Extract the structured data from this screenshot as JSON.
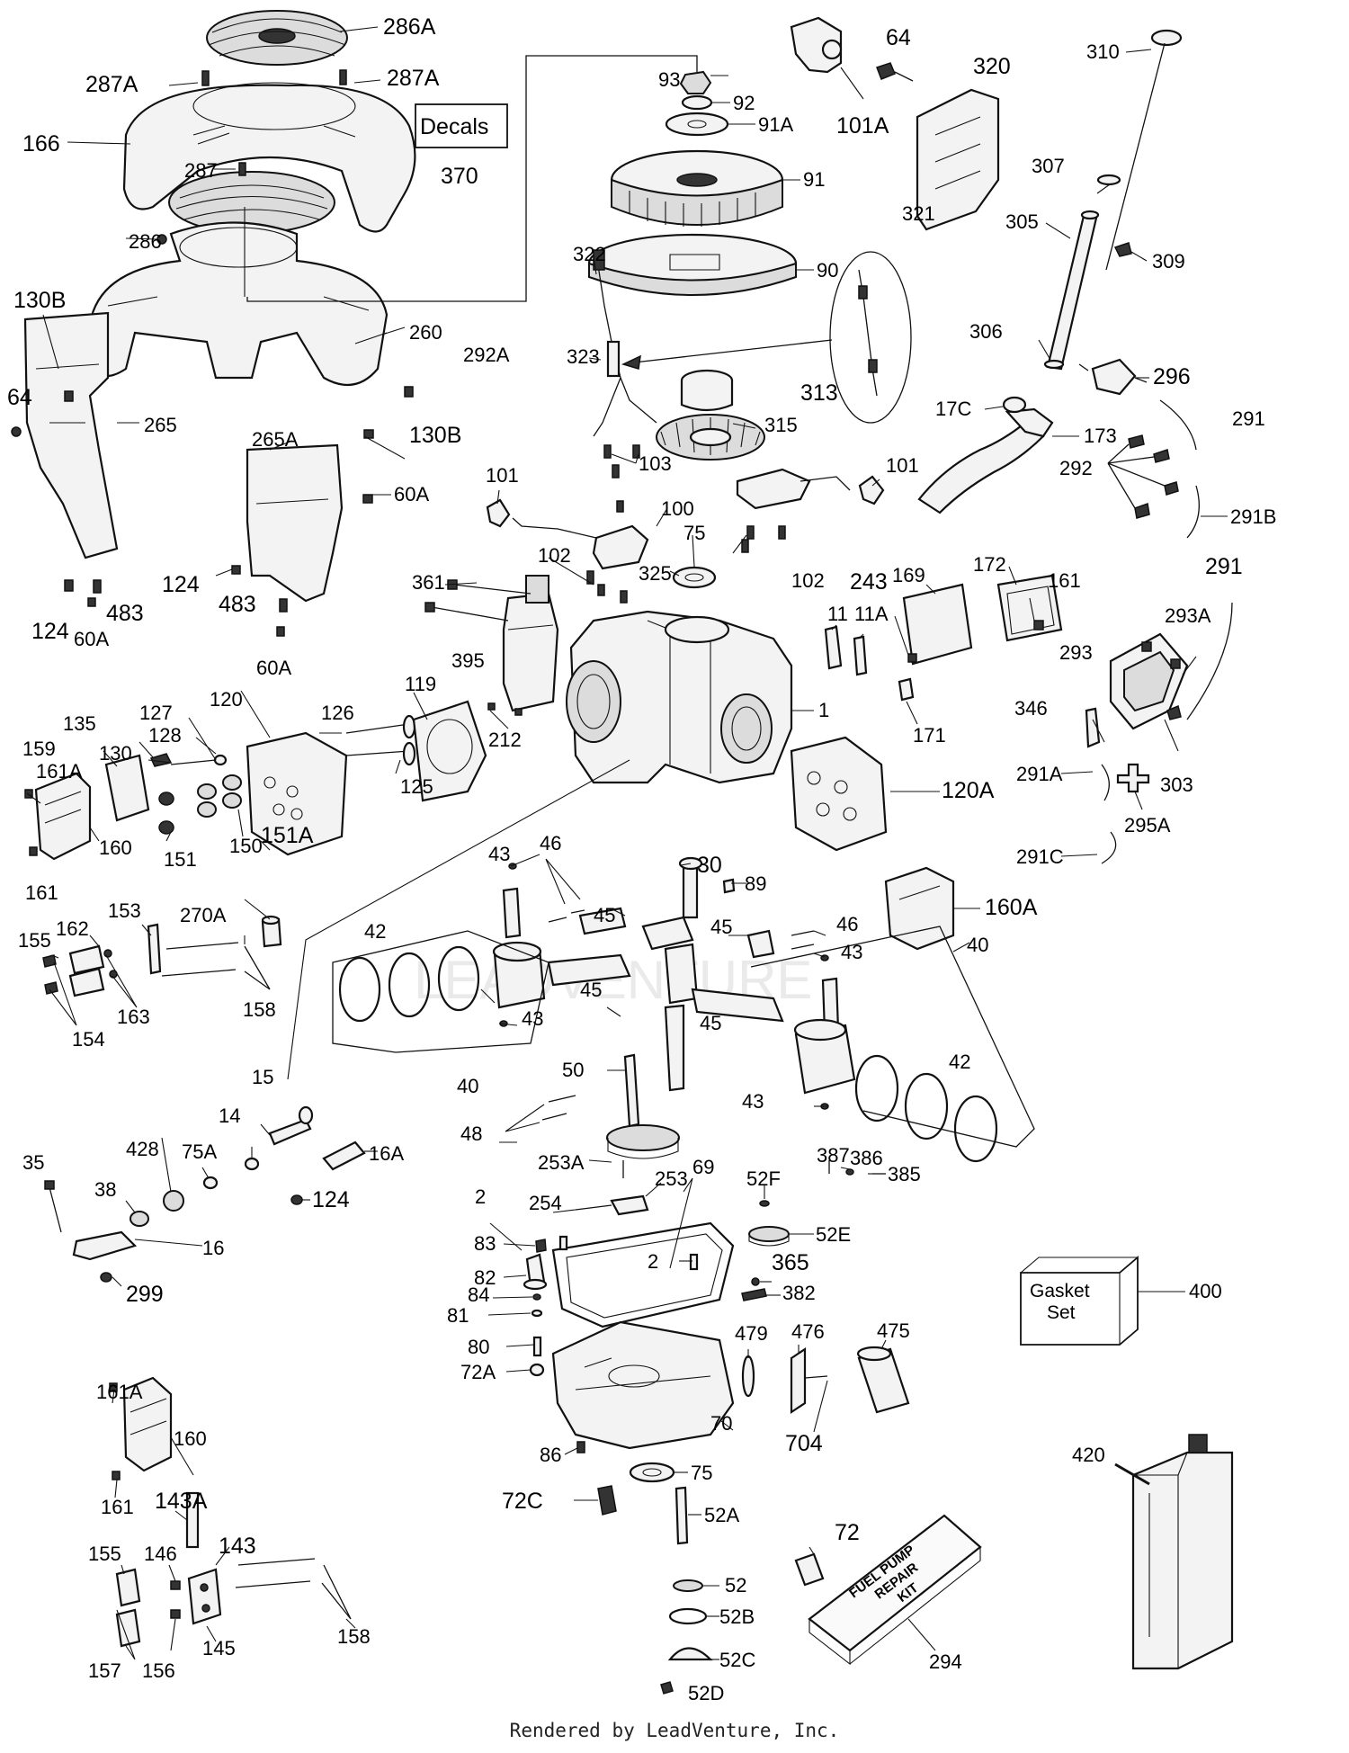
{
  "footer": "Rendered by LeadVenture, Inc.",
  "watermark": "LEADVENTURE",
  "boxes": {
    "decals": {
      "title": "Decals",
      "number": "370"
    },
    "gasket_set": {
      "line1": "Gasket",
      "line2": "Set",
      "number": "400"
    },
    "fuel_pump_kit": {
      "line1": "FUEL PUMP",
      "line2": "REPAIR",
      "line3": "KIT",
      "number": "294"
    }
  },
  "callouts": [
    "286A",
    "287A",
    "287A",
    "166",
    "287",
    "286",
    "130B",
    "260",
    "292A",
    "64",
    "265",
    "265A",
    "130B",
    "60A",
    "124",
    "483",
    "124",
    "60A",
    "483",
    "60A",
    "93",
    "92",
    "91A",
    "91",
    "90",
    "101A",
    "64",
    "320",
    "310",
    "307",
    "305",
    "309",
    "306",
    "296",
    "291",
    "17C",
    "173",
    "292",
    "291B",
    "291",
    "293A",
    "293",
    "346",
    "291A",
    "303",
    "295A",
    "291C",
    "172",
    "161",
    "169",
    "243",
    "171",
    "11",
    "11A",
    "1",
    "212",
    "119",
    "126",
    "120",
    "127",
    "128",
    "130",
    "135",
    "159",
    "161A",
    "151",
    "150",
    "151A",
    "125",
    "160",
    "161",
    "120A",
    "160A",
    "322",
    "323",
    "313",
    "315",
    "321",
    "103",
    "101",
    "101",
    "100",
    "75",
    "102",
    "325",
    "102",
    "361",
    "395",
    "43",
    "46",
    "45",
    "30",
    "89",
    "45",
    "46",
    "43",
    "40",
    "42",
    "43",
    "40",
    "45",
    "45",
    "50",
    "43",
    "42",
    "48",
    "253A",
    "253",
    "69",
    "52F",
    "52E",
    "387",
    "386",
    "385",
    "254",
    "2",
    "83",
    "82",
    "84",
    "81",
    "80",
    "72A",
    "86",
    "2",
    "365",
    "382",
    "479",
    "476",
    "475",
    "704",
    "70",
    "75",
    "72C",
    "52A",
    "72",
    "52",
    "52B",
    "52C",
    "52D",
    "420",
    "35",
    "38",
    "428",
    "75A",
    "14",
    "16A",
    "124",
    "16",
    "299",
    "15",
    "153",
    "155",
    "162",
    "163",
    "158",
    "154",
    "270A",
    "161A",
    "160",
    "161",
    "143A",
    "143",
    "146",
    "155",
    "157",
    "156",
    "145",
    "158"
  ]
}
